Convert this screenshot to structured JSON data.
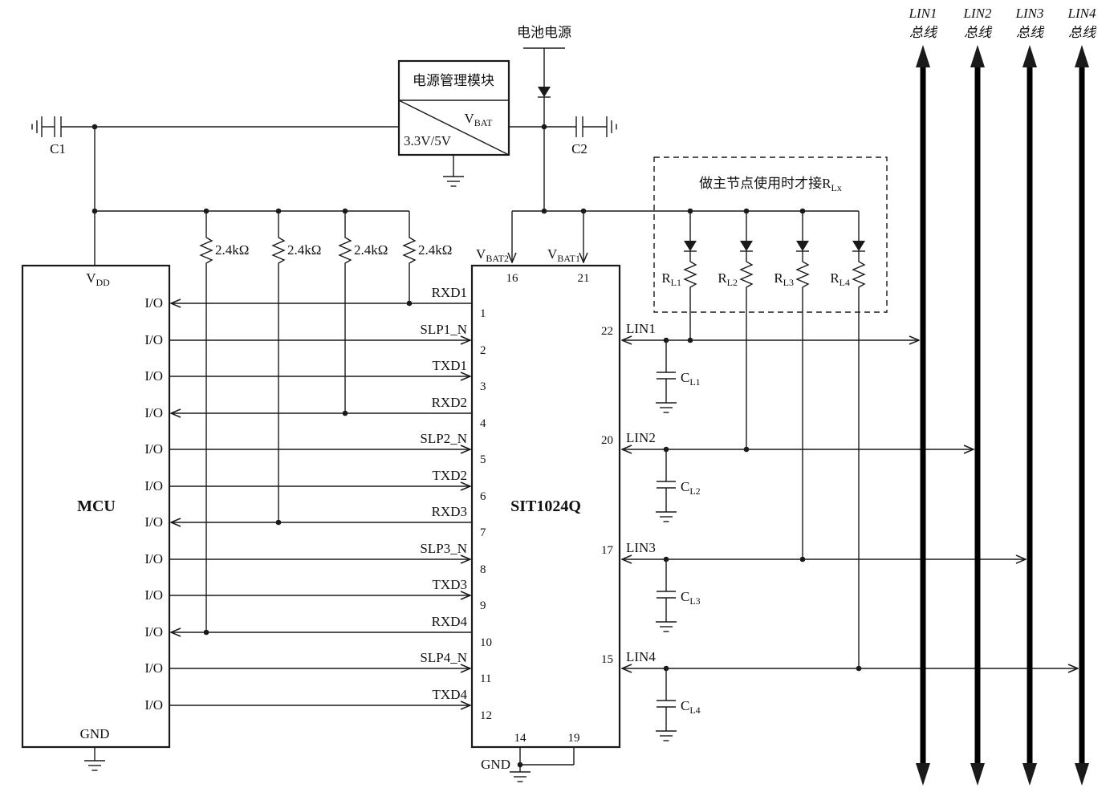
{
  "mcu": {
    "label": "MCU",
    "vdd": {
      "main": "V",
      "sub": "DD"
    },
    "gnd": "GND",
    "io_label": "I/O"
  },
  "transceiver": {
    "label": "SIT1024Q",
    "gnd": "GND",
    "pins_left": [
      {
        "name": "RXD1",
        "num": "1"
      },
      {
        "name": "SLP1_N",
        "num": "2"
      },
      {
        "name": "TXD1",
        "num": "3"
      },
      {
        "name": "RXD2",
        "num": "4"
      },
      {
        "name": "SLP2_N",
        "num": "5"
      },
      {
        "name": "TXD2",
        "num": "6"
      },
      {
        "name": "RXD3",
        "num": "7"
      },
      {
        "name": "SLP3_N",
        "num": "8"
      },
      {
        "name": "TXD3",
        "num": "9"
      },
      {
        "name": "RXD4",
        "num": "10"
      },
      {
        "name": "SLP4_N",
        "num": "11"
      },
      {
        "name": "TXD4",
        "num": "12"
      }
    ],
    "pins_top": [
      {
        "main": "V",
        "sub": "BAT2",
        "num": "16"
      },
      {
        "main": "V",
        "sub": "BAT1",
        "num": "21"
      }
    ],
    "pins_right": [
      {
        "name": "LIN1",
        "num": "22"
      },
      {
        "name": "LIN2",
        "num": "20"
      },
      {
        "name": "LIN3",
        "num": "17"
      },
      {
        "name": "LIN4",
        "num": "15"
      }
    ],
    "pins_bottom": [
      {
        "num": "14"
      },
      {
        "num": "19"
      }
    ]
  },
  "power_module": {
    "title": "电源管理模块",
    "output": "3.3V/5V",
    "vbat": {
      "main": "V",
      "sub": "BAT"
    }
  },
  "battery": {
    "label": "电池电源"
  },
  "capacitors": {
    "c1": "C1",
    "c2": "C2",
    "cl": [
      {
        "main": "C",
        "sub": "L1"
      },
      {
        "main": "C",
        "sub": "L2"
      },
      {
        "main": "C",
        "sub": "L3"
      },
      {
        "main": "C",
        "sub": "L4"
      }
    ]
  },
  "resistors": {
    "pullup_value": "2.4kΩ",
    "rl": [
      {
        "main": "R",
        "sub": "L1"
      },
      {
        "main": "R",
        "sub": "L2"
      },
      {
        "main": "R",
        "sub": "L3"
      },
      {
        "main": "R",
        "sub": "L4"
      }
    ]
  },
  "master_note": {
    "main": "做主节点使用时才接R",
    "sub": "Lx"
  },
  "buses": [
    {
      "name": "LIN1",
      "label": "总线"
    },
    {
      "name": "LIN2",
      "label": "总线"
    },
    {
      "name": "LIN3",
      "label": "总线"
    },
    {
      "name": "LIN4",
      "label": "总线"
    }
  ]
}
